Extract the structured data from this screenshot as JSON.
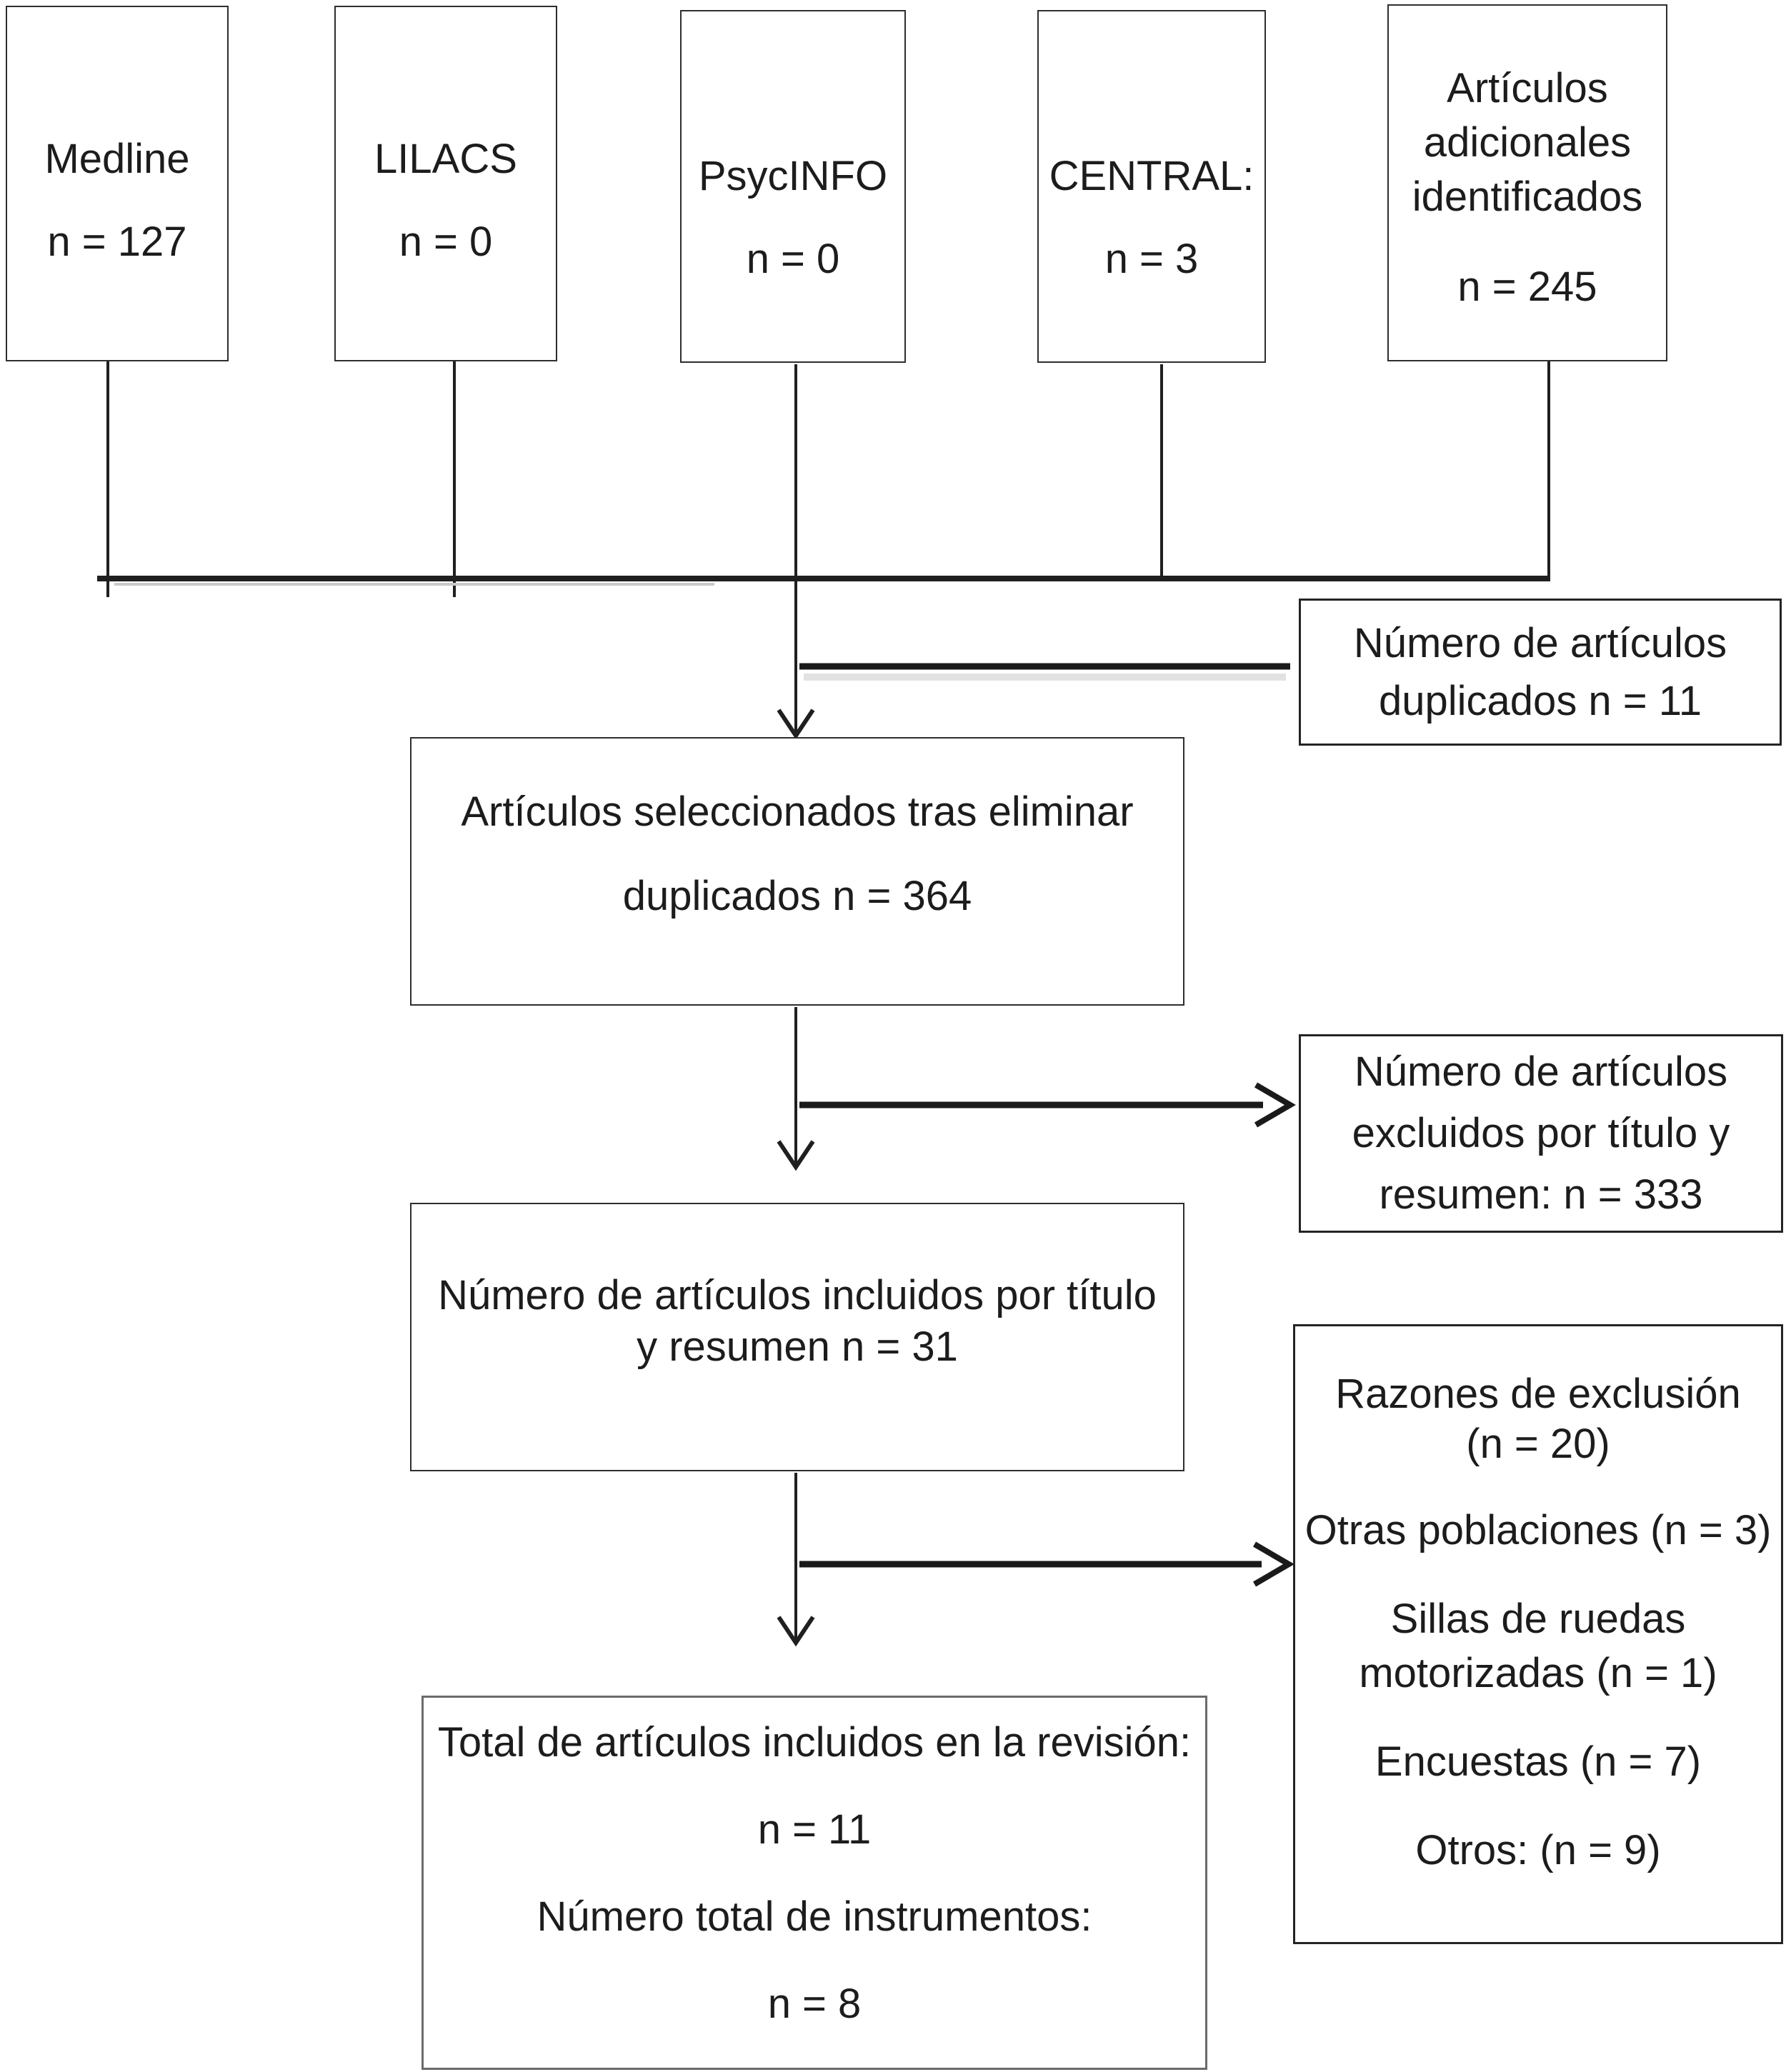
{
  "diagram": {
    "sources": [
      {
        "lines": [
          "Medline"
        ],
        "count": "n = 127"
      },
      {
        "lines": [
          "LILACS"
        ],
        "count": "n = 0"
      },
      {
        "lines": [
          "PsycINFO"
        ],
        "count": "n = 0"
      },
      {
        "lines": [
          "CENTRAL:"
        ],
        "count": "n = 3"
      },
      {
        "lines": [
          "Artículos",
          "adicionales",
          "identificados"
        ],
        "count": "n = 245"
      }
    ],
    "duplicates_note": {
      "lines": [
        "Número de artículos",
        "duplicados n = 11"
      ]
    },
    "selected_box": {
      "lines": [
        "Artículos seleccionados tras eliminar",
        "duplicados n = 364"
      ]
    },
    "excluded_note": {
      "lines": [
        "Número de artículos",
        "excluidos por título y",
        "resumen: n = 333"
      ]
    },
    "included_box": {
      "lines": [
        "Número de artículos incluidos por título",
        "y resumen n = 31"
      ]
    },
    "exclusion_reasons": {
      "title_lines": [
        "Razones de exclusión",
        "(n = 20)"
      ],
      "items": [
        {
          "lines": [
            "Otras poblaciones (n = 3)"
          ]
        },
        {
          "lines": [
            "Sillas de ruedas",
            "motorizadas (n = 1)"
          ]
        },
        {
          "lines": [
            "Encuestas (n = 7)"
          ]
        },
        {
          "lines": [
            "Otros: (n = 9)"
          ]
        }
      ]
    },
    "total_box": {
      "lines": [
        "Total de artículos incluidos en la revisión:",
        "n = 11",
        "Número total de instrumentos:",
        "n = 8"
      ]
    }
  },
  "colors": {
    "text": "#1c1c1c",
    "line": "#1f1f1f",
    "border_dark": "#2e2e2e",
    "border_gray": "#6b6b6b",
    "line_shadow": "#cfcfcf",
    "background": "#ffffff"
  }
}
